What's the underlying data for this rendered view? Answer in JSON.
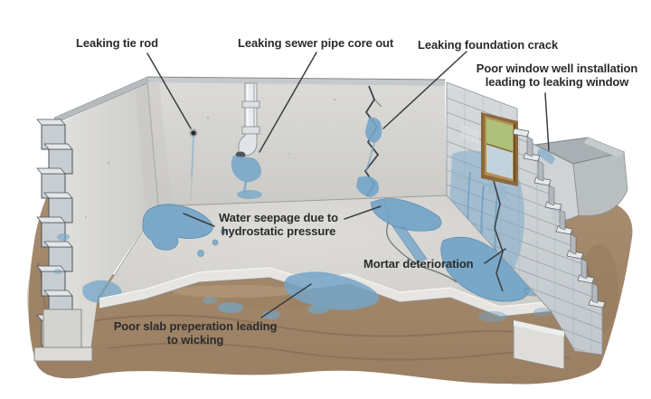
{
  "labels": {
    "tie_rod": "Leaking tie rod",
    "sewer_pipe": "Leaking sewer pipe core out",
    "foundation_crack": "Leaking foundation crack",
    "window_well": "Poor window well installation\nleading to leaking window",
    "water_seepage": "Water seepage due to\nhydrostatic pressure",
    "mortar": "Mortar deterioration",
    "slab": "Poor slab preperation leading\nto wicking"
  },
  "colors": {
    "water_blue": "#74a5c8",
    "water_edge_blue": "#4f86ad",
    "soil_brown": "#a68b6e",
    "soil_dark": "#7b6450",
    "wall_gray": "#d6d5d1",
    "block_gray": "#ccd1d4",
    "floor_gray": "#d5d4cf",
    "window_glass_green": "#aec17b",
    "window_glass_blue": "#c3d3dd",
    "window_frame_tan": "#b5904f",
    "label_text": "#2b2b2b",
    "pointer_line": "#3a3e42"
  }
}
